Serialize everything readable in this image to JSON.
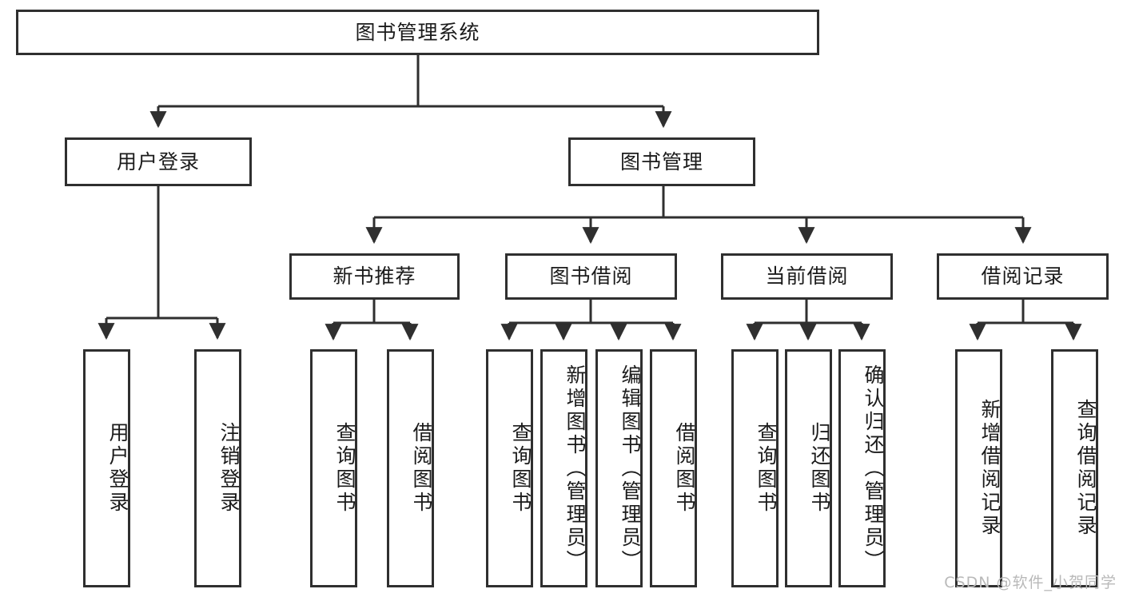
{
  "diagram": {
    "type": "tree-hierarchy",
    "title": "图书管理系统",
    "orientation": "top-down",
    "colors": {
      "box_border": "#2f2f2f",
      "box_fill": "#ffffff",
      "edge": "#2f2f2f",
      "text": "#1b1b1b",
      "watermark": "#b9b9b9",
      "background": "#ffffff"
    },
    "root": {
      "label": "图书管理系统"
    },
    "level2": [
      {
        "label": "用户登录"
      },
      {
        "label": "图书管理"
      }
    ],
    "level3": [
      {
        "label": "新书推荐"
      },
      {
        "label": "图书借阅"
      },
      {
        "label": "当前借阅"
      },
      {
        "label": "借阅记录"
      }
    ],
    "leaves": {
      "user_login": [
        {
          "label": "用户登录"
        },
        {
          "label": "注销登录"
        }
      ],
      "new_book_recommend": [
        {
          "label": "查询图书"
        },
        {
          "label": "借阅图书"
        }
      ],
      "book_borrow": [
        {
          "label": "查询图书"
        },
        {
          "label": "新增图书（管理员）"
        },
        {
          "label": "编辑图书（管理员）"
        },
        {
          "label": "借阅图书"
        }
      ],
      "current_borrow": [
        {
          "label": "查询图书"
        },
        {
          "label": "归还图书"
        },
        {
          "label": "确认归还（管理员）"
        }
      ],
      "borrow_record": [
        {
          "label": "新增借阅记录"
        },
        {
          "label": "查询借阅记录"
        }
      ]
    }
  },
  "watermark": {
    "text": "CSDN @软件_小贺同学"
  }
}
